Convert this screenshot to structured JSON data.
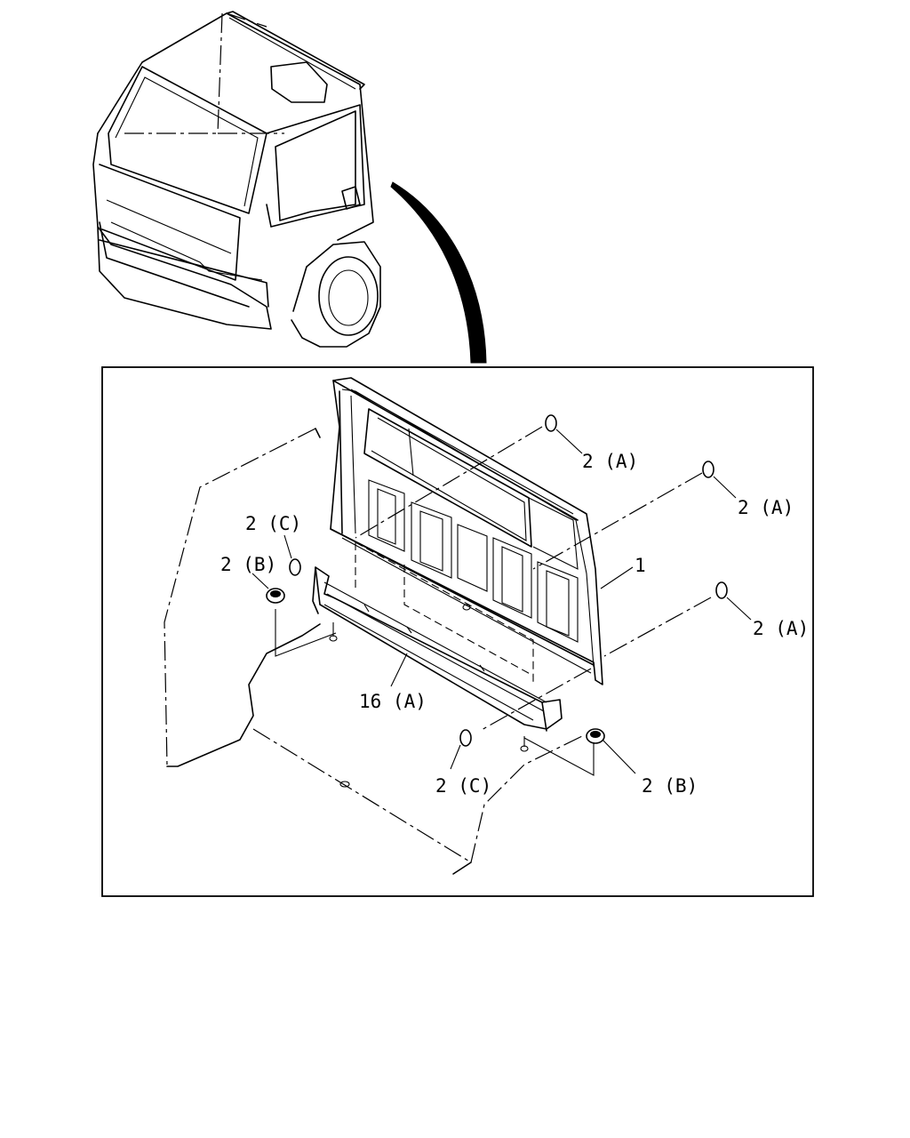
{
  "callouts": {
    "c1": "2 (A)",
    "c2": "2 (A)",
    "c3": "1",
    "c4": "2 (A)",
    "c5": "2 (C)",
    "c6": "2 (B)",
    "c7": "16 (A)",
    "c8": "2 (C)",
    "c9": "2 (B)"
  }
}
